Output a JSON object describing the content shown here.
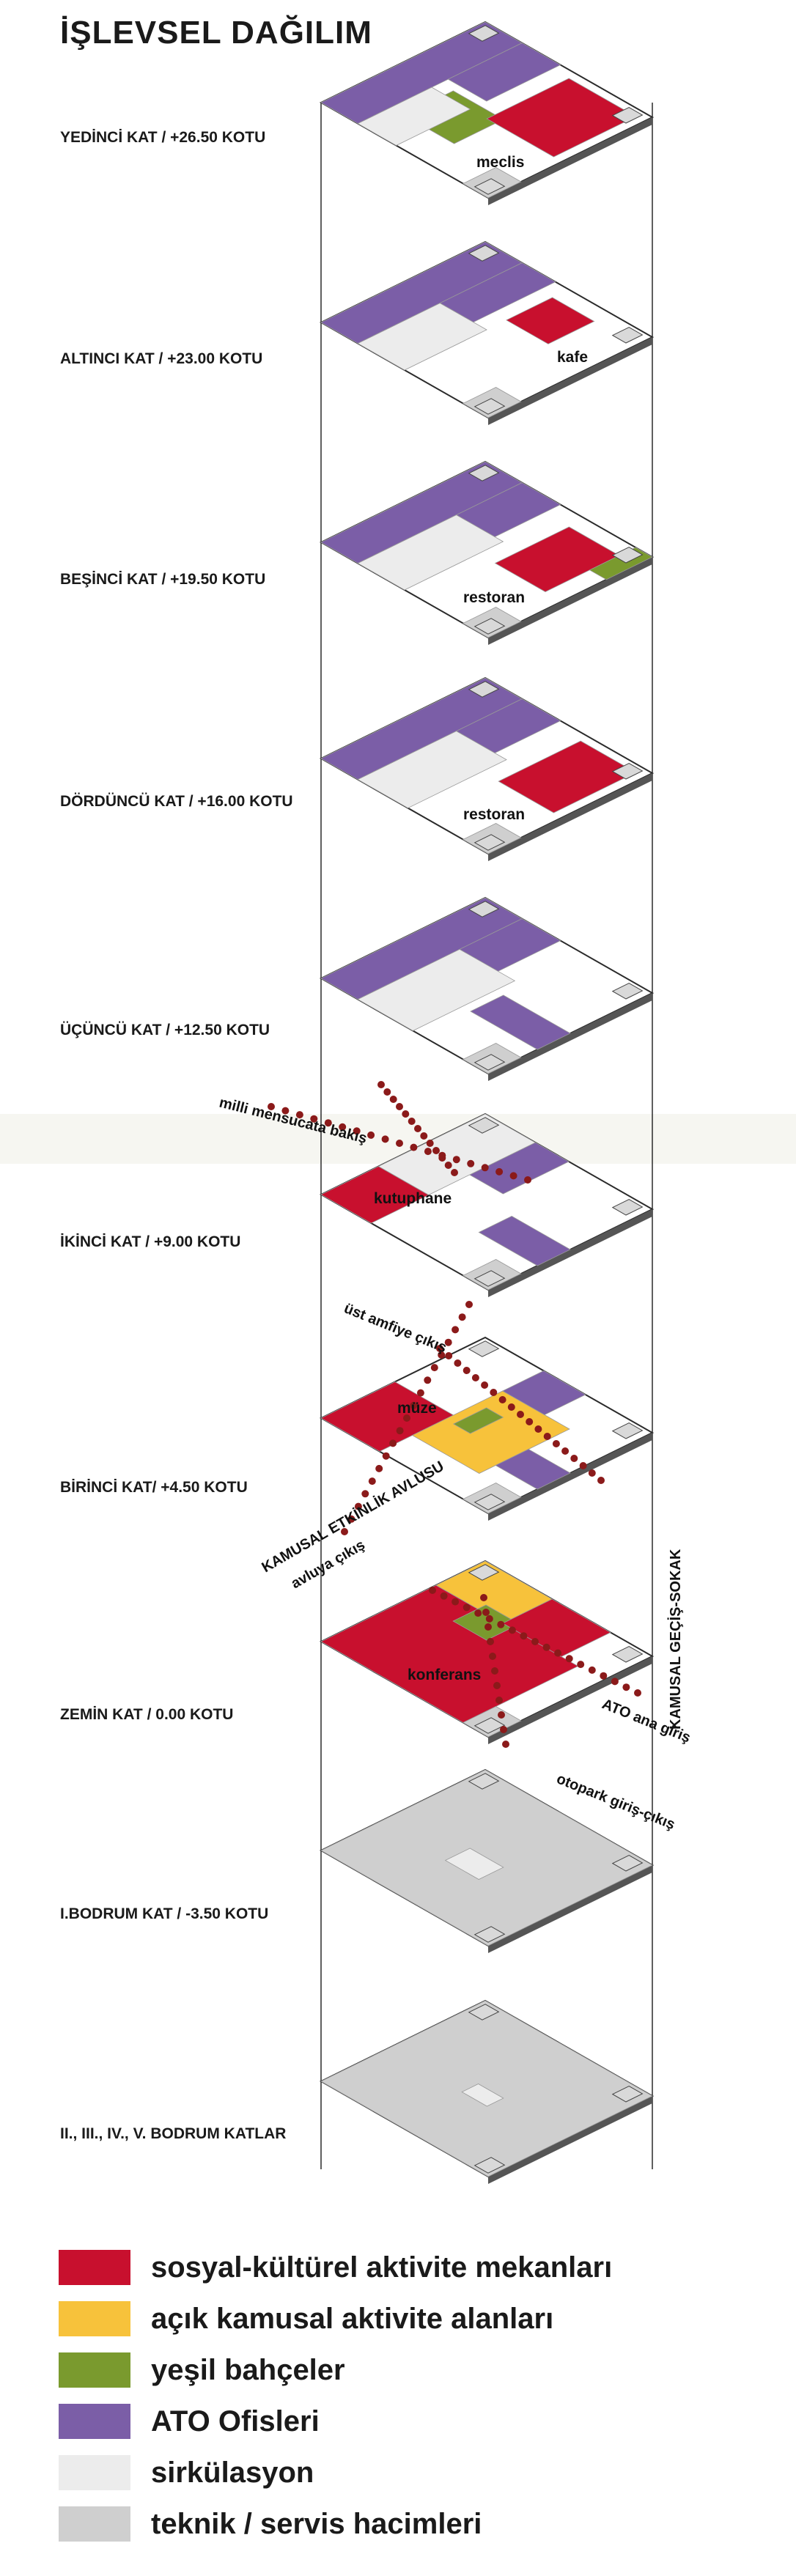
{
  "title": "İŞLEVSEL DAĞILIM",
  "colors": {
    "social": "#c8102e",
    "public": "#f7c23b",
    "green": "#7a9a2e",
    "office": "#7b5ea7",
    "circulation": "#ececec",
    "service": "#cfcfcf",
    "outline": "#2a2a2a",
    "path": "#8b1a1a"
  },
  "floors": [
    {
      "label": "YEDİNCİ KAT / +26.50 KOTU",
      "space": "meclis"
    },
    {
      "label": "ALTINCI KAT / +23.00 KOTU",
      "space": "kafe"
    },
    {
      "label": "BEŞİNCİ KAT / +19.50 KOTU",
      "space": "restoran"
    },
    {
      "label": "DÖRDÜNCÜ KAT / +16.00 KOTU",
      "space": "restoran"
    },
    {
      "label": "ÜÇÜNCÜ KAT / +12.50 KOTU",
      "space": ""
    },
    {
      "label": "İKİNCİ KAT / +9.00 KOTU",
      "space": "kutuphane"
    },
    {
      "label": "BİRİNCİ KAT/ +4.50 KOTU",
      "space": "müze"
    },
    {
      "label": "ZEMİN KAT / 0.00 KOTU",
      "space": "konferans"
    },
    {
      "label": "I.BODRUM KAT / -3.50 KOTU",
      "space": ""
    },
    {
      "label": "II., III., IV., V. BODRUM KATLAR",
      "space": ""
    }
  ],
  "annotations": {
    "milli_mensucata": "milli mensucata bakış",
    "ust_amfiye": "üst amfiye çıkış",
    "kamusal_avlusu": "KAMUSAL ETKİNLİK AVLUSU",
    "avluya_cikis": "avluya çıkış",
    "gecis_sokak": "KAMUSAL GEÇİŞ-SOKAK",
    "ato_ana_giris": "ATO ana giriş",
    "otopark": "otopark giriş-çıkış"
  },
  "legend": [
    {
      "label": "sosyal-kültürel aktivite mekanları",
      "color": "#c8102e"
    },
    {
      "label": "açık kamusal aktivite alanları",
      "color": "#f7c23b"
    },
    {
      "label": "yeşil bahçeler",
      "color": "#7a9a2e"
    },
    {
      "label": "ATO Ofisleri",
      "color": "#7b5ea7"
    },
    {
      "label": "sirkülasyon",
      "color": "#ececec"
    },
    {
      "label": "teknik / servis hacimleri",
      "color": "#cfcfcf"
    }
  ]
}
